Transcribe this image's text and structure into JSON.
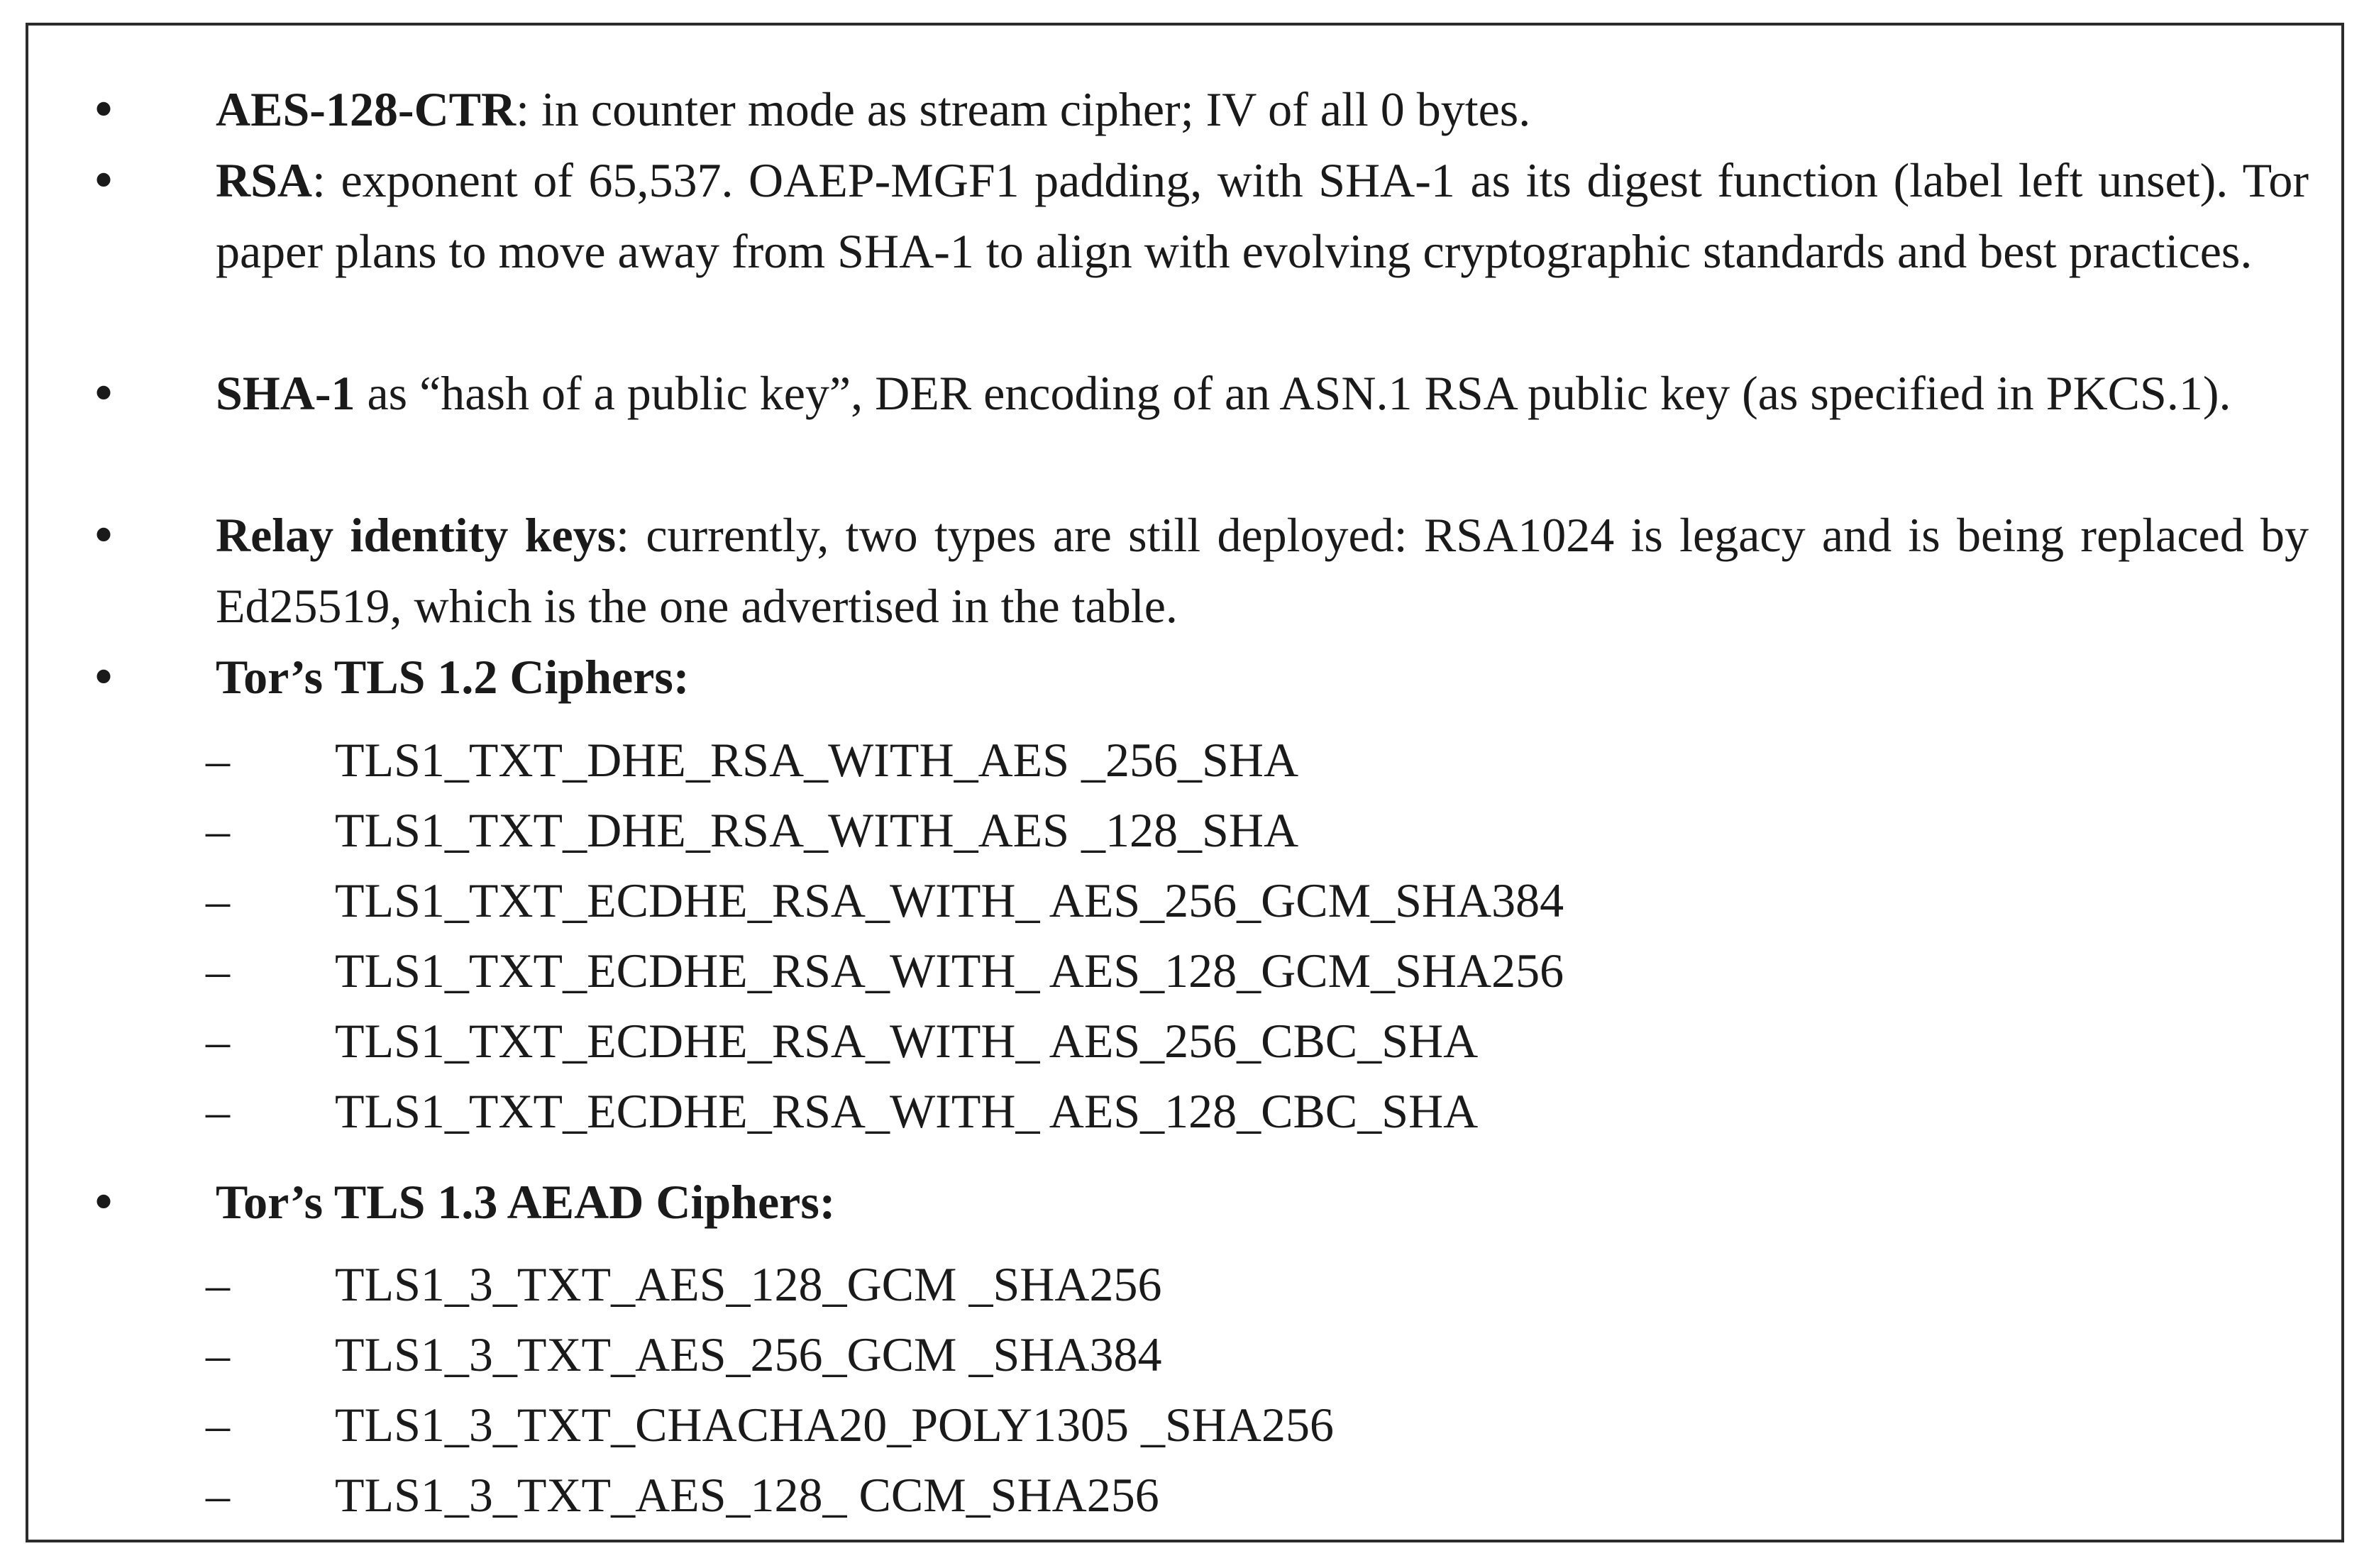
{
  "bullets": [
    {
      "label": "AES-128-CTR",
      "text": ": in counter mode as stream cipher; IV of all 0 bytes."
    },
    {
      "label": "RSA",
      "text": ": exponent of 65,537. OAEP-MGF1 padding, with SHA-1 as its digest function (label left unset).  Tor paper plans to move away from SHA-1 to align with evolving cryptographic standards and best practices."
    },
    {
      "label": "SHA-1",
      "text": " as “hash of a public key”, DER encoding of an ASN.1 RSA public key (as specified in PKCS.1)."
    },
    {
      "label": "Relay identity keys",
      "text": ": currently, two types are still deployed: RSA1024 is legacy and is being replaced by Ed25519, which is the one advertised in the table."
    },
    {
      "label": "Tor’s TLS 1.2 Ciphers:",
      "subitems": [
        "TLS1_TXT_DHE_RSA_WITH_AES _256_SHA",
        "TLS1_TXT_DHE_RSA_WITH_AES _128_SHA",
        "TLS1_TXT_ECDHE_RSA_WITH_ AES_256_GCM_SHA384",
        "TLS1_TXT_ECDHE_RSA_WITH_ AES_128_GCM_SHA256",
        "TLS1_TXT_ECDHE_RSA_WITH_ AES_256_CBC_SHA",
        "TLS1_TXT_ECDHE_RSA_WITH_ AES_128_CBC_SHA"
      ]
    },
    {
      "label": "Tor’s TLS 1.3 AEAD Ciphers:",
      "subitems": [
        "TLS1_3_TXT_AES_128_GCM _SHA256",
        "TLS1_3_TXT_AES_256_GCM _SHA384",
        "TLS1_3_TXT_CHACHA20_POLY1305 _SHA256",
        "TLS1_3_TXT_AES_128_ CCM_SHA256"
      ]
    }
  ],
  "symbols": {
    "bullet": "•",
    "dash": "–"
  }
}
